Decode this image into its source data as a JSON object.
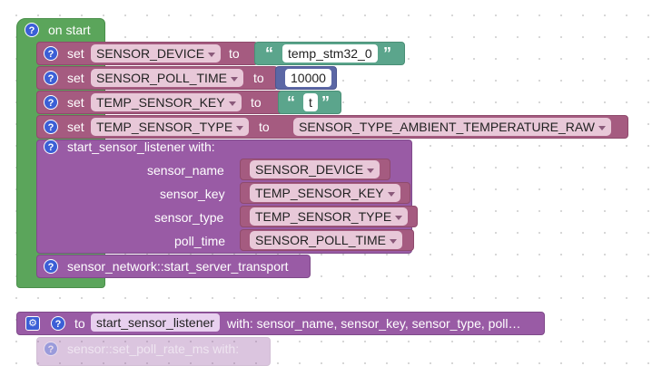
{
  "event": {
    "label": "on start"
  },
  "rows": [
    {
      "kw": "set",
      "var": "SENSOR_DEVICE",
      "to": "to",
      "quote_open": "“",
      "value": "temp_stm32_0",
      "quote_close": "”"
    },
    {
      "kw": "set",
      "var": "SENSOR_POLL_TIME",
      "to": "to",
      "value": "10000"
    },
    {
      "kw": "set",
      "var": "TEMP_SENSOR_KEY",
      "to": "to",
      "quote_open": "“",
      "value": "t",
      "quote_close": "”"
    },
    {
      "kw": "set",
      "var": "TEMP_SENSOR_TYPE",
      "to": "to",
      "value": "SENSOR_TYPE_AMBIENT_TEMPERATURE_RAW"
    }
  ],
  "call": {
    "label": "start_sensor_listener  with:",
    "params": [
      {
        "name": "sensor_name",
        "value": "SENSOR_DEVICE"
      },
      {
        "name": "sensor_key",
        "value": "TEMP_SENSOR_KEY"
      },
      {
        "name": "sensor_type",
        "value": "TEMP_SENSOR_TYPE"
      },
      {
        "name": "poll_time",
        "value": "SENSOR_POLL_TIME"
      }
    ]
  },
  "transport": {
    "label": "sensor_network::start_server_transport"
  },
  "help_glyph": "?",
  "gear_glyph": "⚙",
  "def": {
    "to": "to",
    "name": "start_sensor_listener",
    "rest": "with: sensor_name, sensor_key, sensor_type, poll…"
  },
  "partial": {
    "label": "sensor::set_poll_rate_ms  with:"
  },
  "colors": {
    "event": "#5ba55b",
    "variable": "#a55b80",
    "procedure": "#995ba5",
    "text": "#5ba58c",
    "number": "#5b67a5"
  }
}
